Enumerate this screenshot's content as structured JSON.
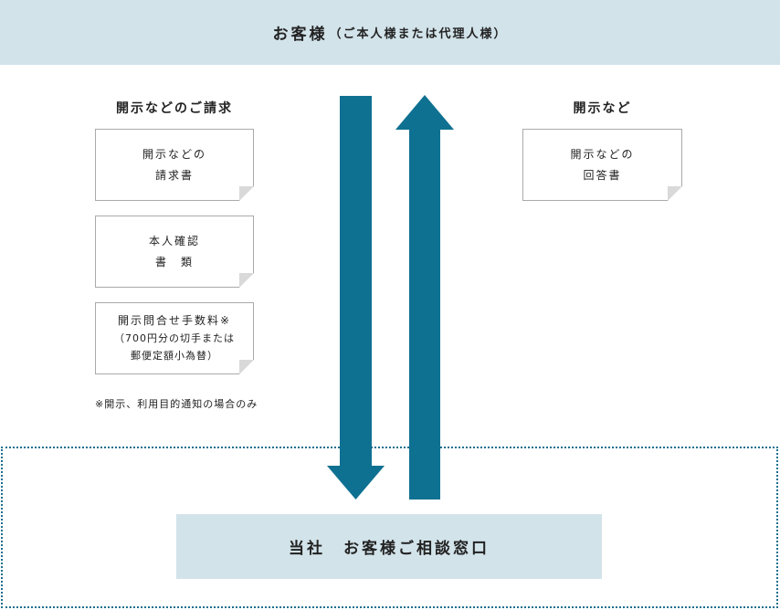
{
  "header": {
    "title": "お客様",
    "subtitle": "（ご本人様または代理人様）"
  },
  "request": {
    "heading": "開示などのご請求",
    "docs": [
      {
        "lines": [
          "開示などの",
          "請求書"
        ]
      },
      {
        "lines": [
          "本人確認",
          "書　類"
        ]
      },
      {
        "lines": [
          "開示問合せ手数料※",
          "（700円分の切手または",
          "郵便定額小為替）"
        ]
      }
    ],
    "note": "※開示、利用目的通知の場合のみ"
  },
  "response": {
    "heading": "開示など",
    "docs": [
      {
        "lines": [
          "開示などの",
          "回答書"
        ]
      }
    ]
  },
  "counter": {
    "label": "当社　お客様ご相談窓口"
  },
  "colors": {
    "bar_bg": "#d2e3ea",
    "arrow": "#0f7191",
    "dotted_border": "#1a6f8e",
    "doc_border": "#aaaaaa",
    "fold": "#d9d9d9"
  }
}
